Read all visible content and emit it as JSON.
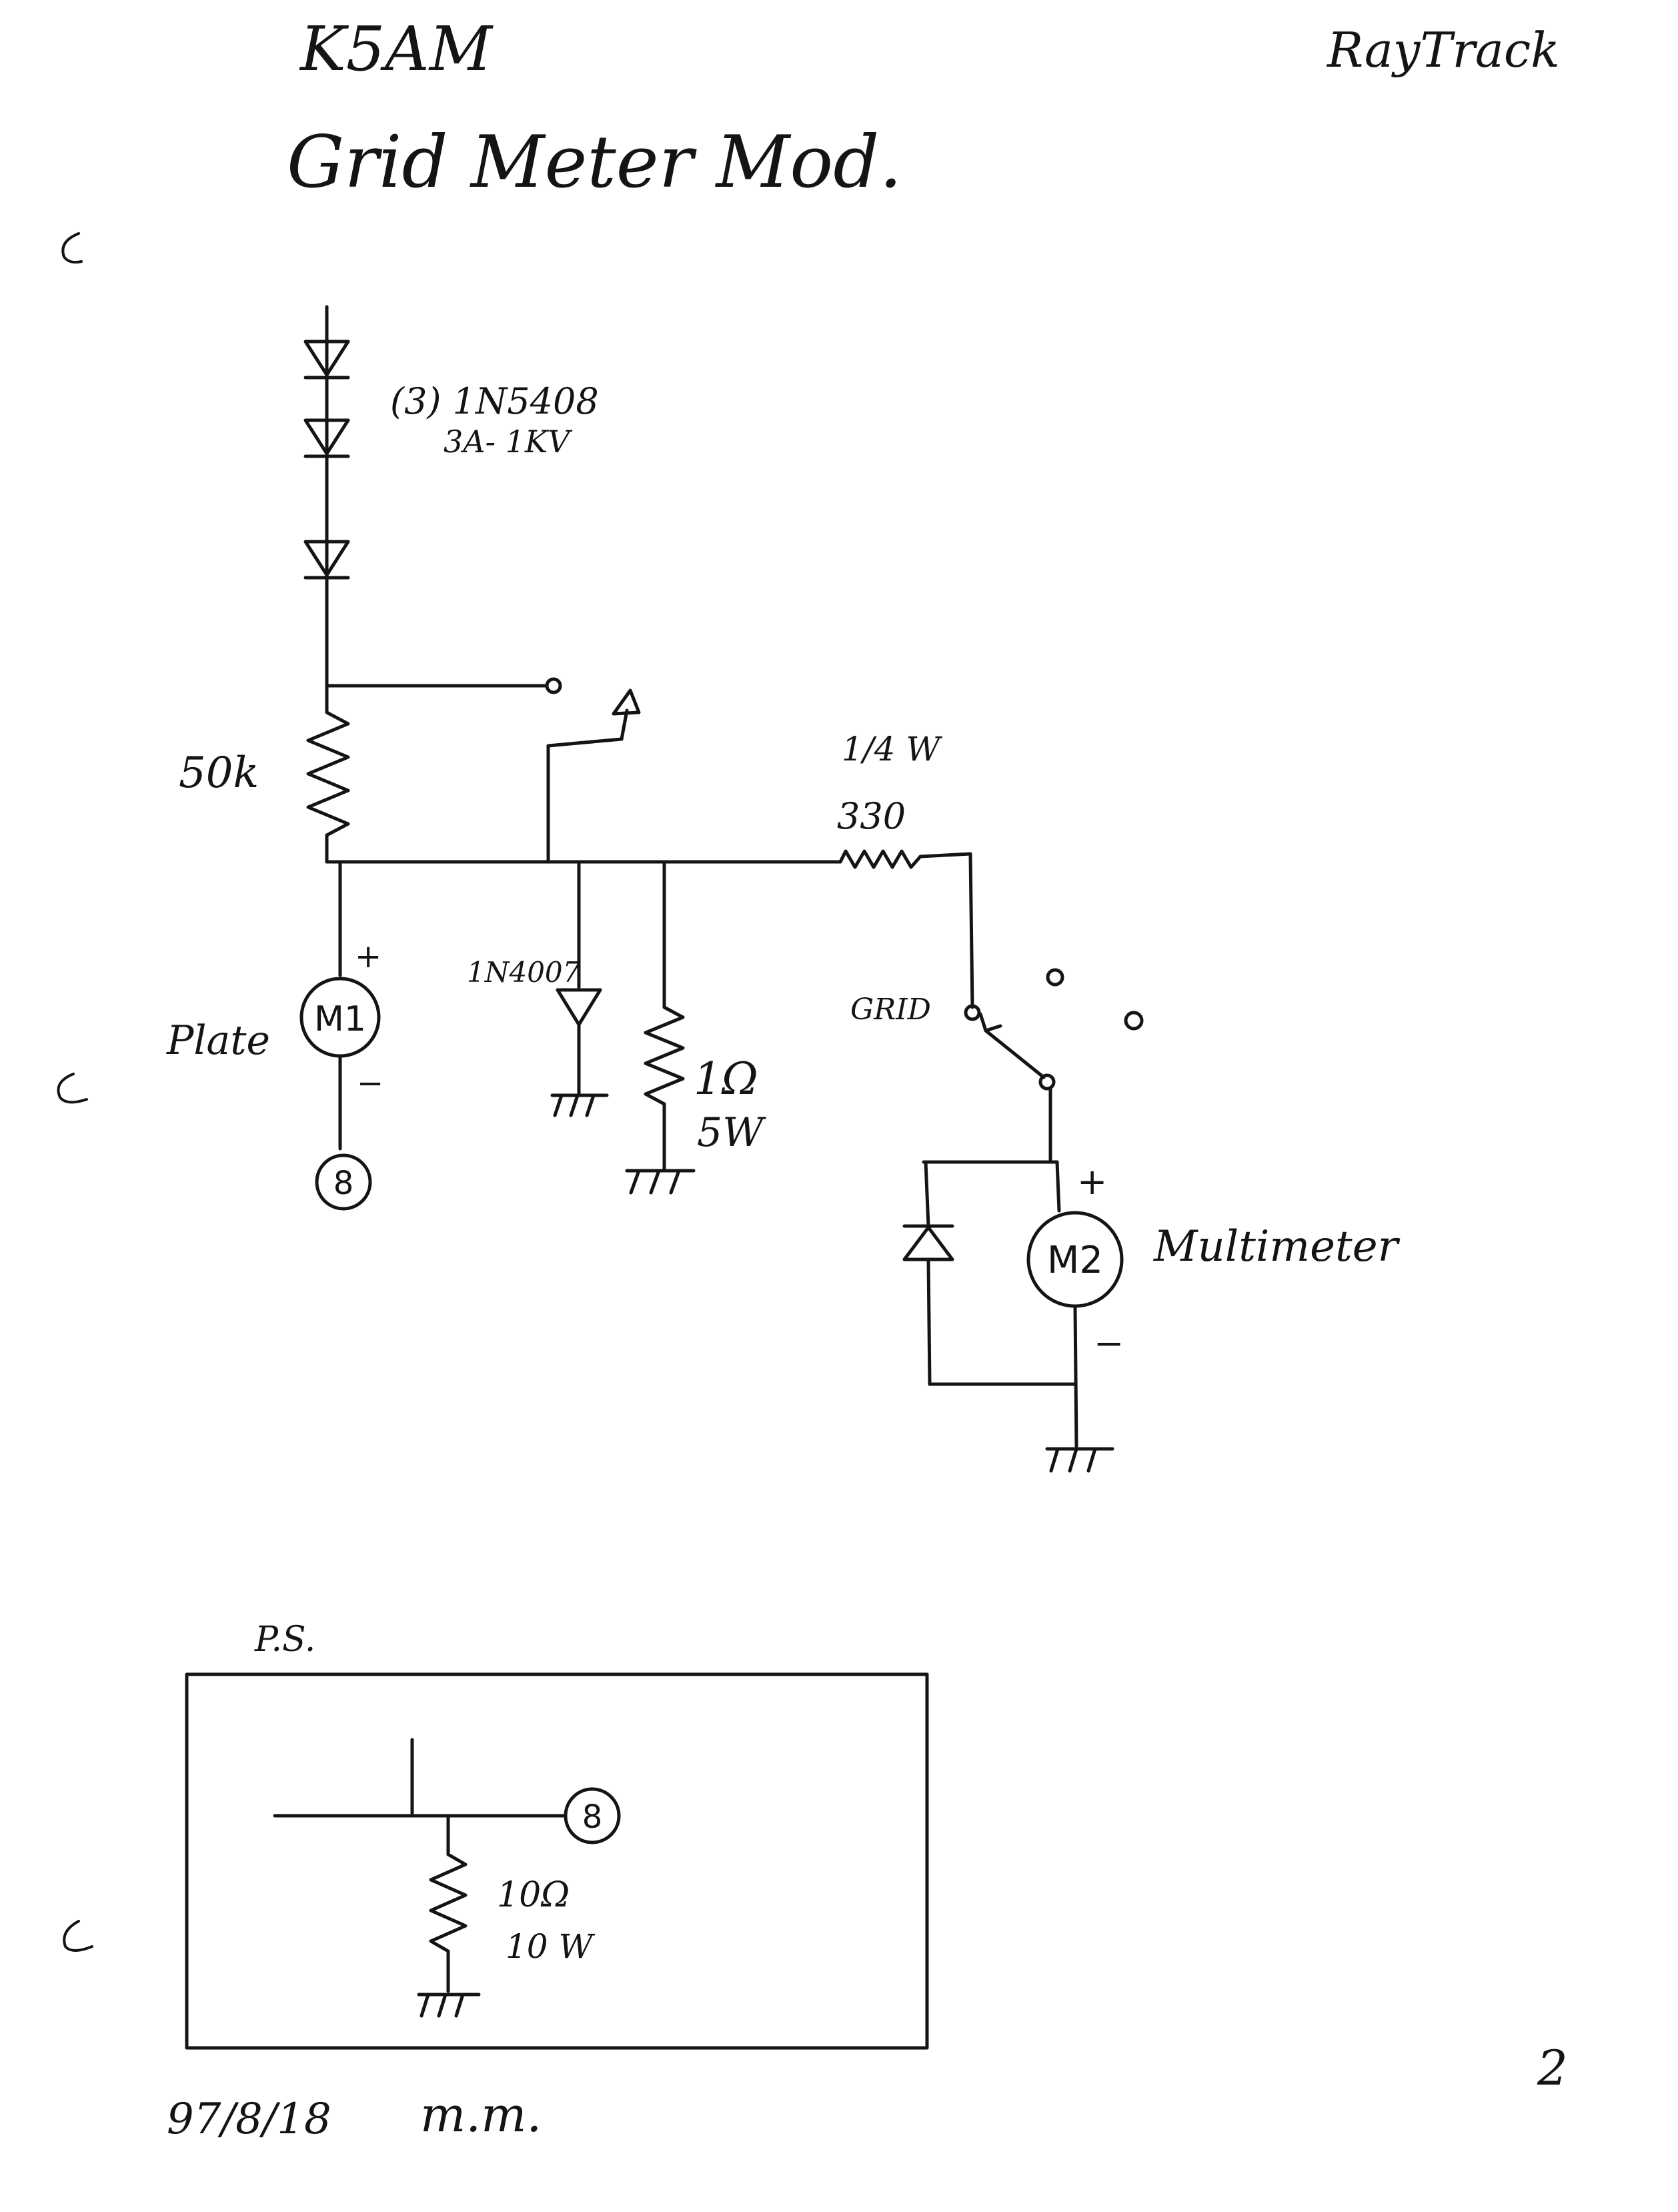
{
  "header": {
    "callsign": "K5AM",
    "author": "RayTrack",
    "title": "Grid Meter Mod."
  },
  "diagram": {
    "diode_stack": {
      "qty": "(3) 1N5408",
      "rating": "3A- 1KV"
    },
    "r_50k": "50k",
    "r_330_watt": "1/4 W",
    "r_330": "330",
    "diode_clamp": "1N4007",
    "r_shunt": "1Ω",
    "r_shunt_watt": "5W",
    "m1": {
      "side": "Plate",
      "label": "M1",
      "plus": "+",
      "minus": "−"
    },
    "node_8": "8",
    "switch_label": "GRID",
    "m2": {
      "label": "M2",
      "plus": "+",
      "minus": "−",
      "name": "Multimeter"
    }
  },
  "ps": {
    "heading": "P.S.",
    "node": "8",
    "r_value": "10Ω",
    "r_watt": "10 W"
  },
  "footer": {
    "date": "97/8/18",
    "initials": "m.m.",
    "page_number": "2"
  }
}
